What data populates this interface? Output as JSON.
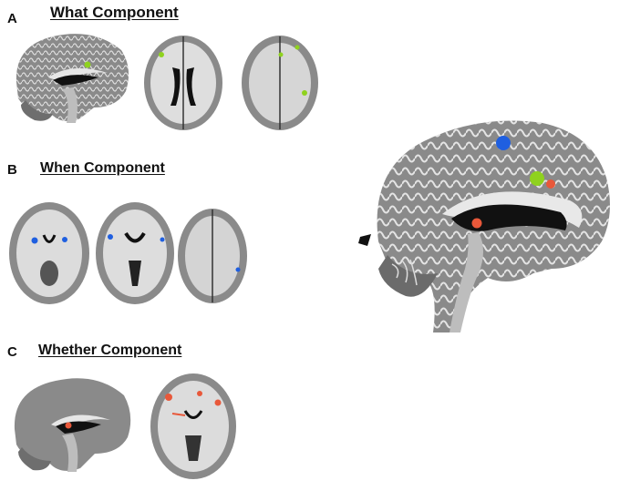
{
  "panels": [
    {
      "letter": "A",
      "title": "What Component"
    },
    {
      "letter": "B",
      "title": "When Component"
    },
    {
      "letter": "C",
      "title": "Whether Component"
    }
  ],
  "colors": {
    "what": "#8fd21e",
    "when": "#1f5fe0",
    "whether": "#e8583a",
    "cortex": "#8a8a8a",
    "white_matter": "#dcdcdc",
    "background": "#ffffff"
  }
}
